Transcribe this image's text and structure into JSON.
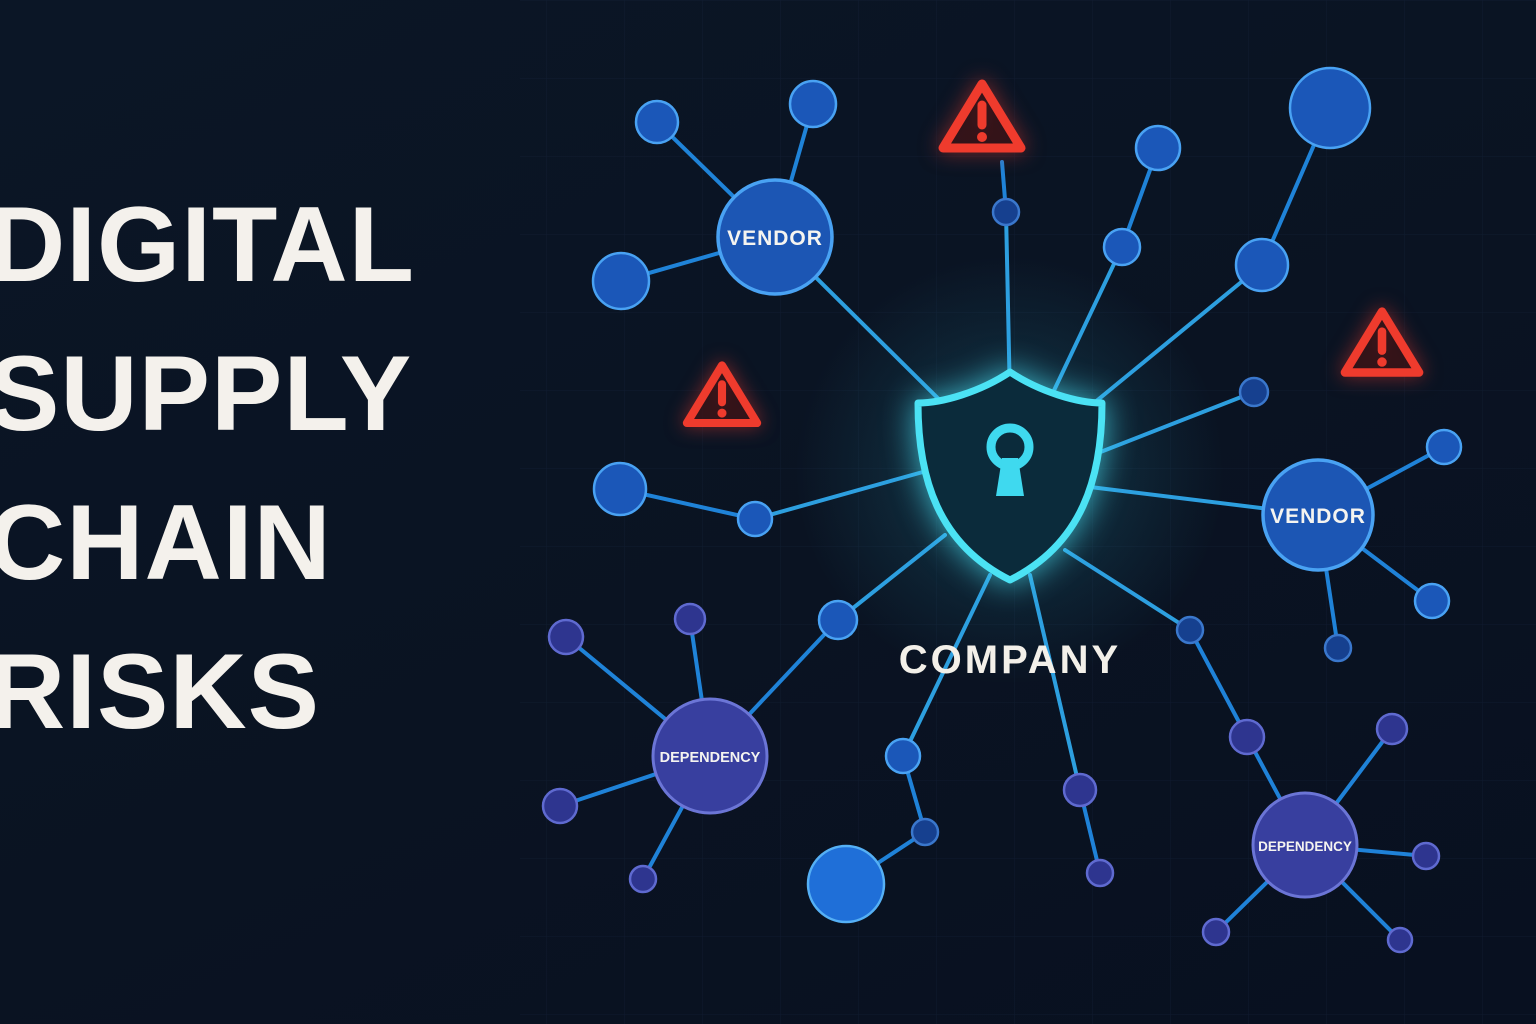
{
  "title": {
    "lines": [
      "DIGITAL",
      "SUPPLY",
      "CHAIN",
      "RISKS"
    ]
  },
  "diagram": {
    "company_label": "COMPANY",
    "vendor_top_label": "VENDOR",
    "vendor_right_label": "VENDOR",
    "dependency_left_label": "DEPENDENCY",
    "dependency_right_label": "DEPENDENCY",
    "warning_count": 3,
    "icons": [
      "shield-keyhole-icon",
      "warning-triangle-icon",
      "network-node-icon"
    ],
    "colors": {
      "background": "#0a1322",
      "title_text": "#f4f1ec",
      "link_blue": "#2189e2",
      "node_blue": "#1b57b8",
      "node_stroke": "#49a2f3",
      "dependency_indigo": "#383f9f",
      "shield_cyan": "#4be2f4",
      "shield_fill": "#0b2b3b",
      "warning_red": "#ef3b2d",
      "label_white": "#f5f4f0"
    }
  }
}
